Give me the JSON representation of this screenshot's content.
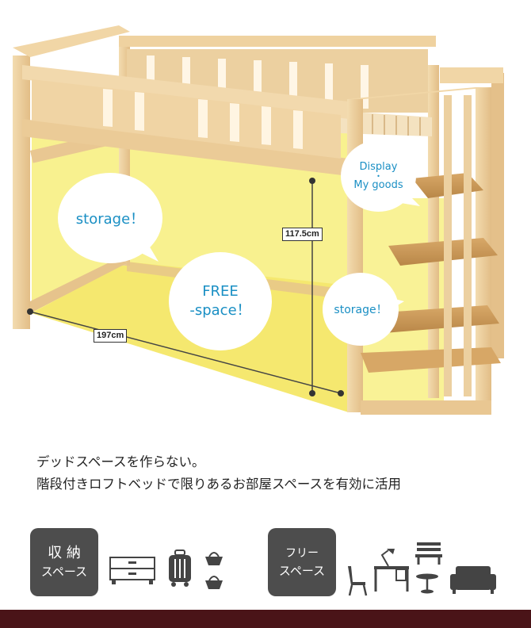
{
  "bubbles": {
    "storage_left": "storage！",
    "free_line1": "FREE",
    "free_line2": "-space！",
    "display_line1": "Display",
    "display_line2": "My goods",
    "storage_right": "storage！"
  },
  "dimensions": {
    "height": "117.5cm",
    "width": "197cm"
  },
  "caption": {
    "line1": "デッドスペースを作らない。",
    "line2": "階段付きロフトベッドで限りあるお部屋スペースを有効に活用"
  },
  "tags": {
    "storage_line1": "収 納",
    "storage_line2": "スペース",
    "free_line1": "フリー",
    "free_line2": "スペース"
  },
  "colors": {
    "wood": "#e8c896",
    "wood_dark": "#c99a5e",
    "highlight": "#f6ec6a",
    "tag_bg": "#4d4d4d",
    "bubble_text": "#1a8fc4",
    "bottom_bar": "#4a1418"
  }
}
